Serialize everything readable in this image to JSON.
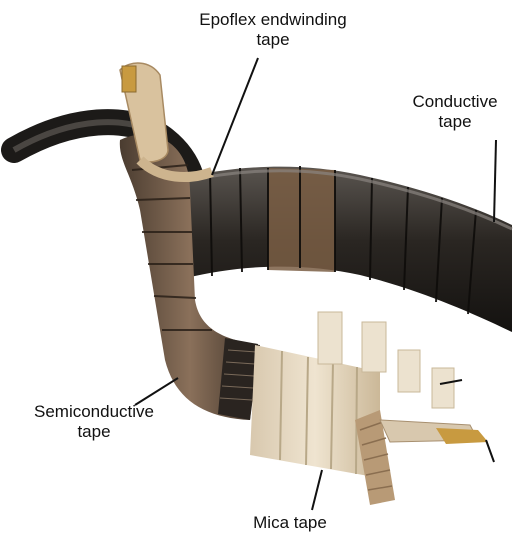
{
  "labels": {
    "epoflex": {
      "line1": "Epoflex endwinding",
      "line2": "tape"
    },
    "conductive": {
      "line1": "Conductive",
      "line2": "tape"
    },
    "semiconductive": {
      "line1": "Semiconductive",
      "line2": "tape"
    },
    "mica": {
      "line1": "Mica tape"
    }
  },
  "colors": {
    "background": "#ffffff",
    "conductive_tape": "#2a2622",
    "semiconductive_tape": "#6e5a48",
    "mica_tape": "#e6d8bf",
    "epoflex_tape": "#c9a27a",
    "leader_line": "#111111"
  }
}
